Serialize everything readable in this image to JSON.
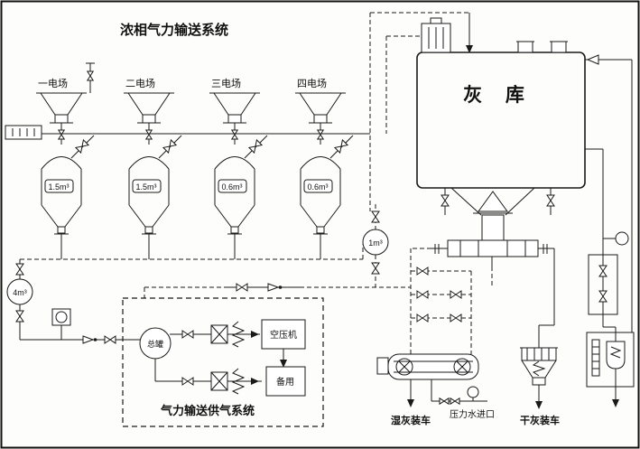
{
  "diagram": {
    "title": "浓相气力输送系统",
    "hoppers": [
      {
        "label": "一电场"
      },
      {
        "label": "二电场"
      },
      {
        "label": "三电场"
      },
      {
        "label": "四电场"
      }
    ],
    "vessels": [
      {
        "label": "1.5m³"
      },
      {
        "label": "1.5m³"
      },
      {
        "label": "0.6m³"
      },
      {
        "label": "0.6m³"
      }
    ],
    "tanks": {
      "silo": "灰 库",
      "left_tank": "4m³",
      "buffer_tank": "1m³",
      "main_air_tank": "总罐"
    },
    "air_supply": {
      "box_label": "气力输送供气系统",
      "compressor": "空压机",
      "standby": "备用"
    },
    "outlets": {
      "wet_ash": "湿灰装车",
      "water_inlet": "压力水进口",
      "dry_ash": "干灰装车"
    },
    "colors": {
      "ink": "#1a1a1a",
      "paper": "#fdfdfb"
    }
  }
}
